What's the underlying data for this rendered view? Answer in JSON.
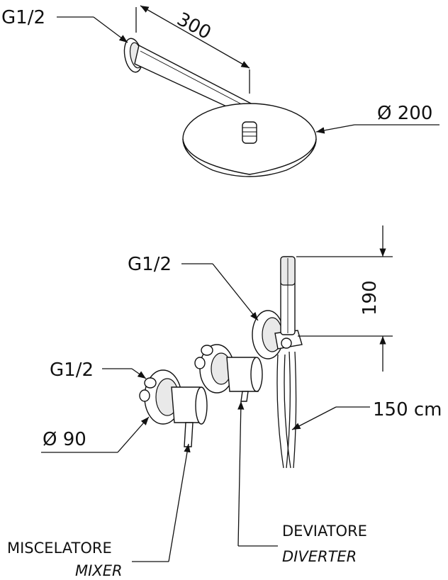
{
  "labels": {
    "arm_thread": "G1/2",
    "arm_length": "300",
    "head_diameter": "Ø 200",
    "handshower_thread": "G1/2",
    "handshower_length": "190",
    "hose_length": "150 cm",
    "mixer_thread": "G1/2",
    "plate_diameter": "Ø 90",
    "mixer_it": "MISCELATORE",
    "mixer_en": "MIXER",
    "diverter_it": "DEVIATORE",
    "diverter_en": "DIVERTER"
  }
}
